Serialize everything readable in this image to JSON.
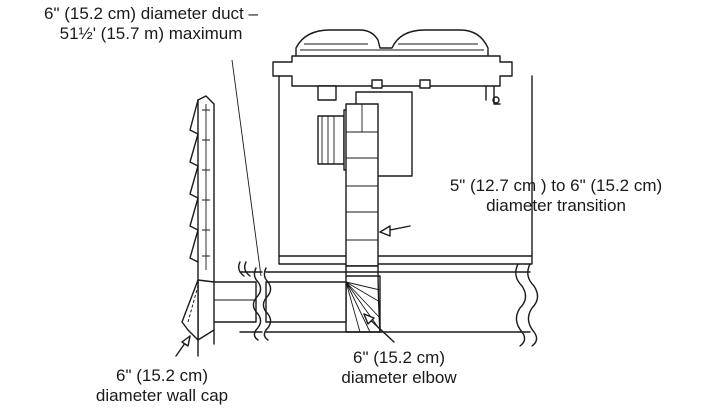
{
  "callouts": {
    "duct": {
      "line1": "6\" (15.2 cm) diameter duct –",
      "line2": "51½' (15.7 m) maximum"
    },
    "transition": {
      "line1": "5\" (12.7 cm ) to 6\" (15.2 cm)",
      "line2": "diameter transition"
    },
    "elbow": {
      "line1": "6\" (15.2 cm)",
      "line2": "diameter elbow"
    },
    "wall_cap": {
      "line1": "6\" (15.2 cm)",
      "line2": "diameter wall cap"
    }
  }
}
